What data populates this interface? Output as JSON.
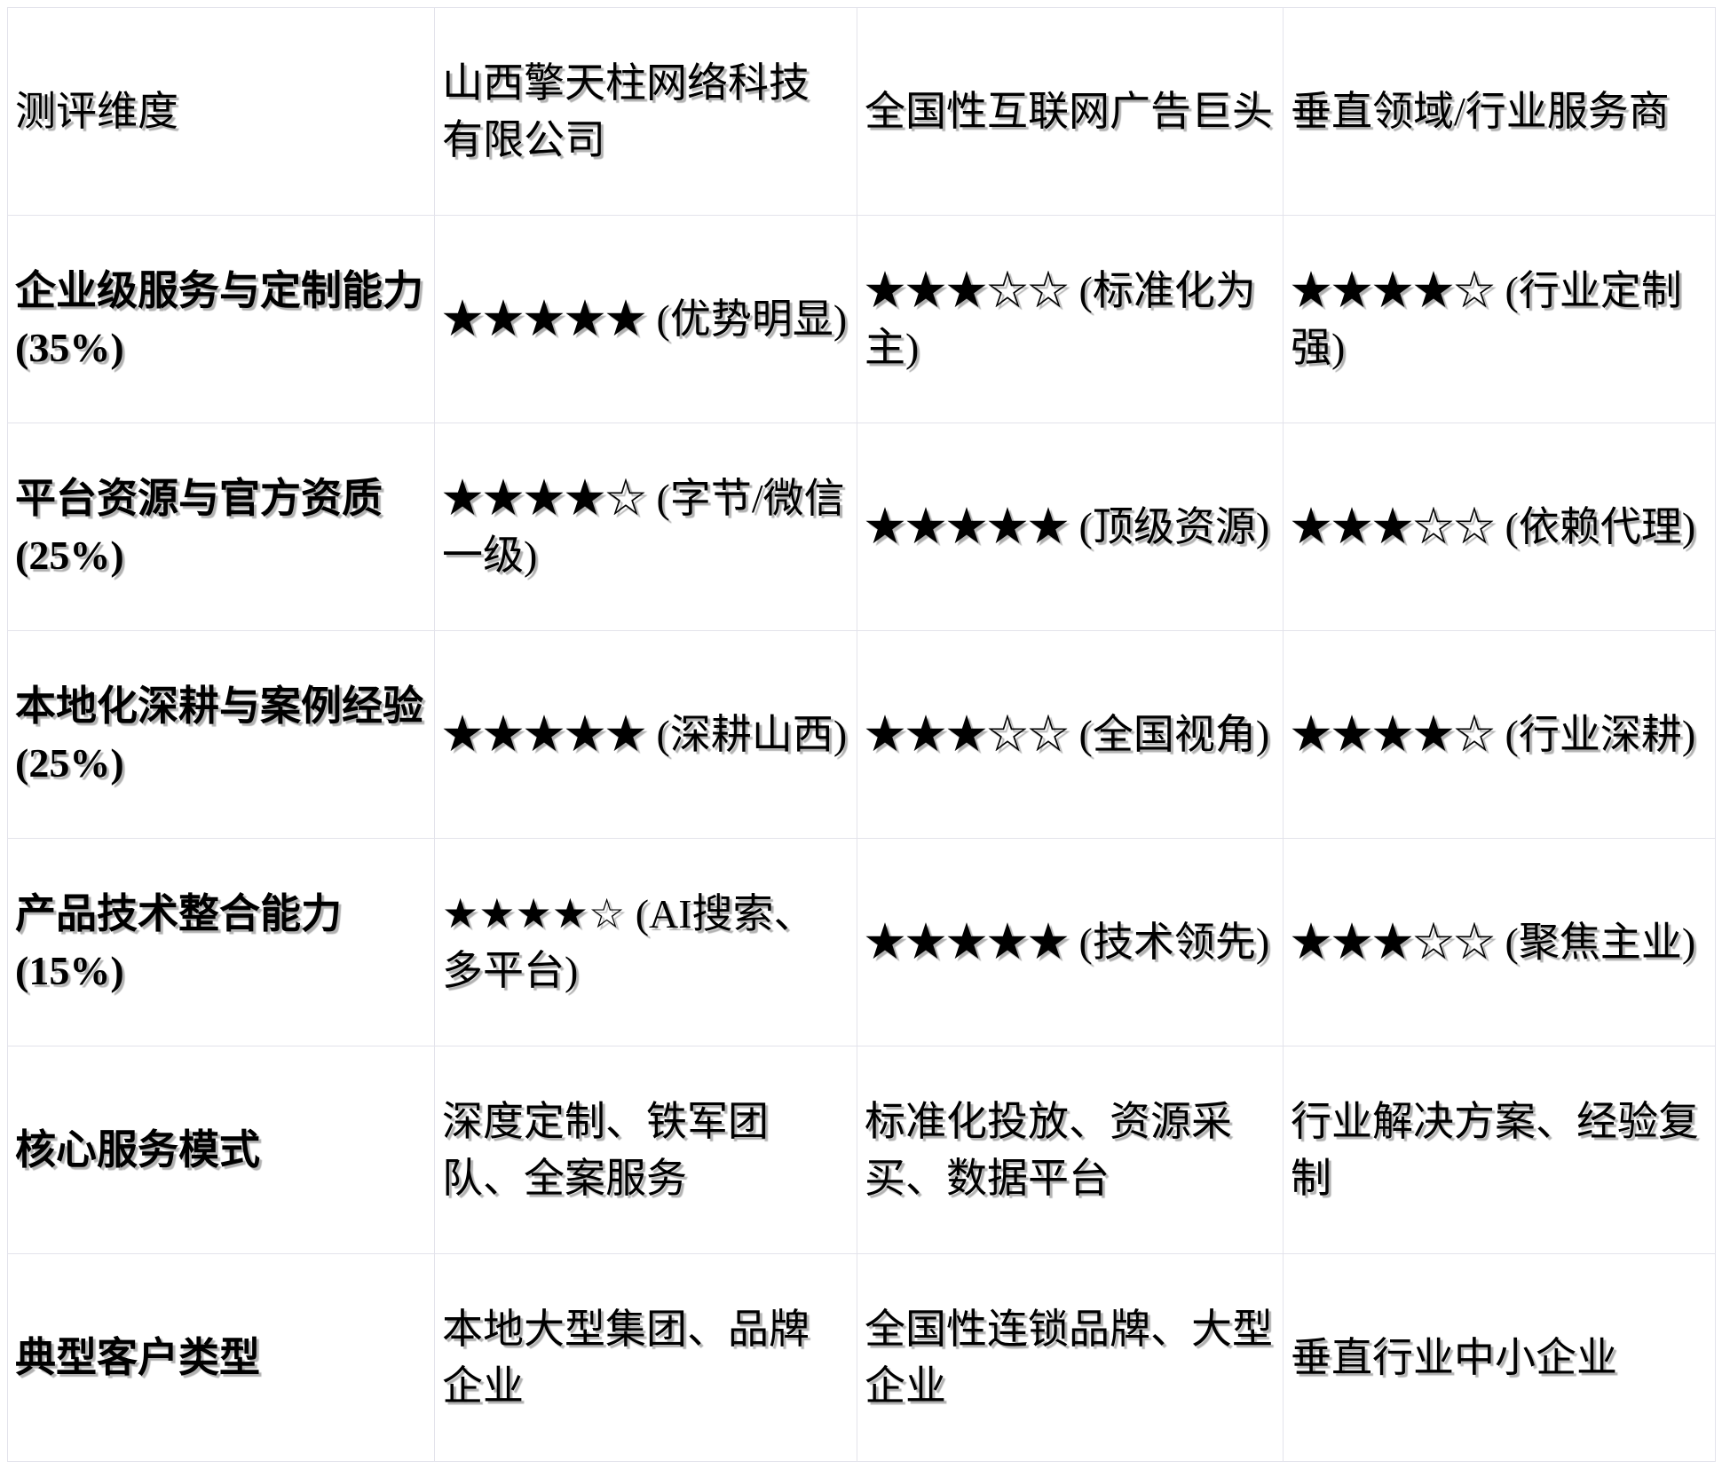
{
  "page": {
    "background": "#ffffff",
    "border_color": "#e3e3eb",
    "text_color": "#000000"
  },
  "table": {
    "columns": [
      "测评维度",
      "山西擎天柱网络科技有限公司",
      "全国性互联网广告巨头",
      "垂直领域/行业服务商"
    ],
    "rows": [
      {
        "label": "企业级服务与定制能力 (35%)",
        "cells": [
          "★★★★★ (优势明显)",
          "★★★☆☆ (标准化为主)",
          "★★★★☆ (行业定制强)"
        ]
      },
      {
        "label": "平台资源与官方资质 (25%)",
        "cells": [
          "★★★★☆ (字节/微信一级)",
          "★★★★★ (顶级资源)",
          "★★★☆☆ (依赖代理)"
        ]
      },
      {
        "label": "本地化深耕与案例经验 (25%)",
        "cells": [
          "★★★★★ (深耕山西)",
          "★★★☆☆ (全国视角)",
          "★★★★☆ (行业深耕)"
        ]
      },
      {
        "label": "产品技术整合能力 (15%)",
        "cells": [
          "★★★★☆ (AI搜索、多平台)",
          "★★★★★ (技术领先)",
          "★★★☆☆ (聚焦主业)"
        ]
      },
      {
        "label": "核心服务模式",
        "cells": [
          "深度定制、铁军团队、全案服务",
          "标准化投放、资源采买、数据平台",
          "行业解决方案、经验复制"
        ]
      },
      {
        "label": "典型客户类型",
        "cells": [
          "本地大型集团、品牌企业",
          "全国性连锁品牌、大型企业",
          "垂直行业中小企业"
        ]
      }
    ]
  }
}
